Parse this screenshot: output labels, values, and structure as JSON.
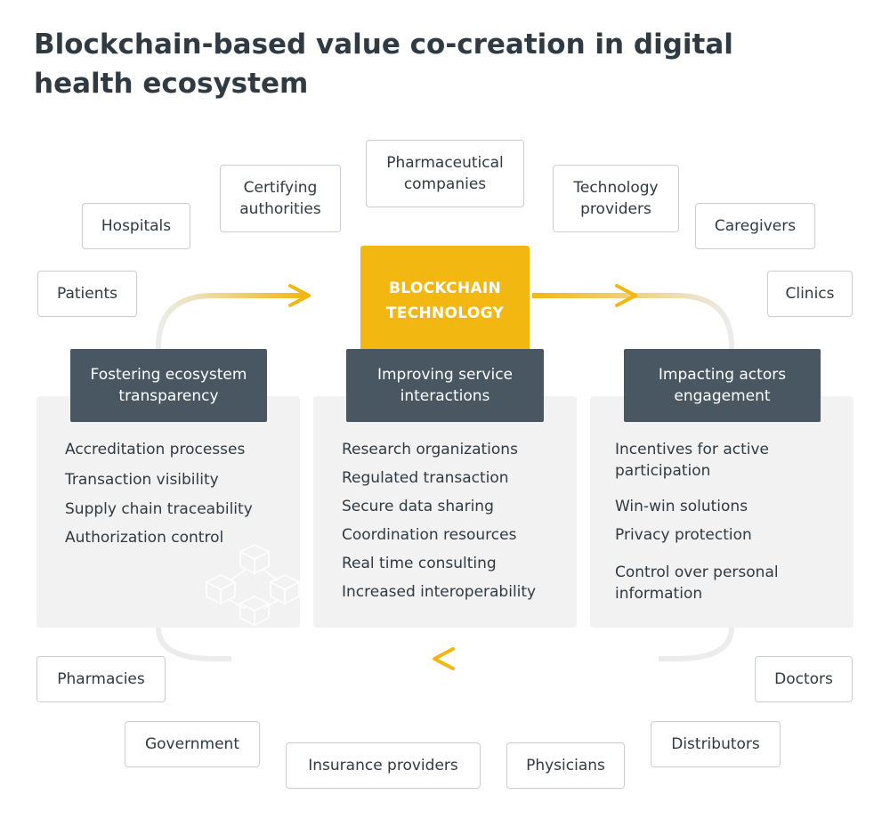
{
  "title": "Blockchain-based value co-creation in digital health ecosystem",
  "center": {
    "label_line1": "BLOCKCHAIN",
    "label_line2": "TECHNOLOGY"
  },
  "actors": {
    "patients": "Patients",
    "hospitals": "Hospitals",
    "certifying_line1": "Certifying",
    "certifying_line2": "authorities",
    "pharma_line1": "Pharmaceutical",
    "pharma_line2": "companies",
    "tech_line1": "Technology",
    "tech_line2": "providers",
    "caregivers": "Caregivers",
    "clinics": "Clinics",
    "pharmacies": "Pharmacies",
    "government": "Government",
    "insurance": "Insurance providers",
    "physicians": "Physicians",
    "distributors": "Distributors",
    "doctors": "Doctors"
  },
  "panels": [
    {
      "heading_line1": "Fostering ecosystem",
      "heading_line2": "transparency",
      "items": [
        "Accreditation processes",
        "Transaction visibility",
        "Supply chain traceability",
        "Authorization control"
      ]
    },
    {
      "heading_line1": "Improving service",
      "heading_line2": "interactions",
      "items": [
        "Research organizations",
        "Regulated transaction",
        "Secure data sharing",
        "Coordination resources",
        "Real time consulting",
        "Increased interoperability"
      ]
    },
    {
      "heading_line1": "Impacting actors",
      "heading_line2": "engagement",
      "items": [
        "Incentives for active",
        "participation",
        "Win-win solutions",
        "Privacy protection",
        "Control over personal",
        "information"
      ]
    }
  ],
  "colors": {
    "accent": "#f3b711",
    "heading_bg": "#485761",
    "panel_bg": "#f2f2f2",
    "loop": "#ececec",
    "text": "#2f3a42"
  }
}
